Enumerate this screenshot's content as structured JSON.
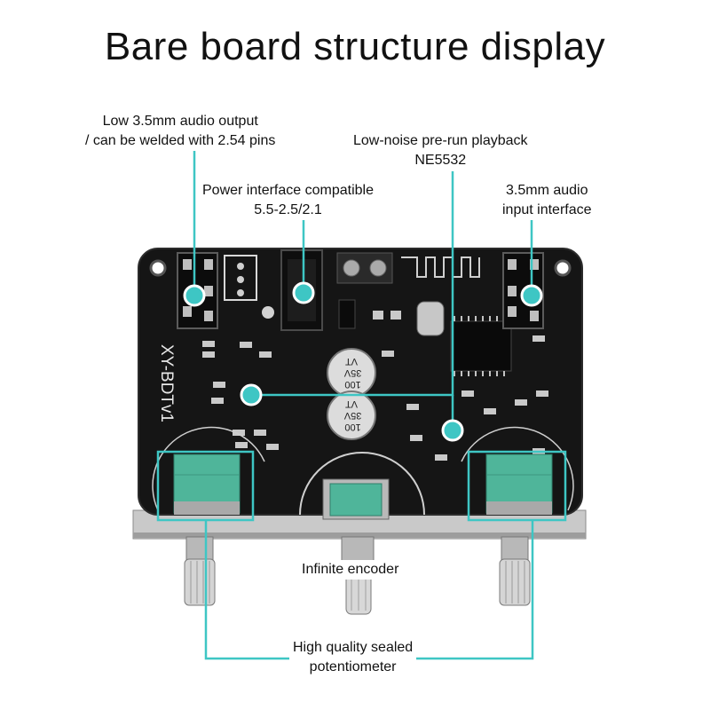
{
  "title": "Bare board structure display",
  "labels": {
    "audio_output": [
      "Low 3.5mm audio output",
      "/ can be welded with 2.54 pins"
    ],
    "power_interface": [
      "Power interface compatible",
      "5.5-2.5/2.1"
    ],
    "preamp": [
      "Low-noise pre-run playback",
      "NE5532"
    ],
    "audio_input": [
      "3.5mm audio",
      "input interface"
    ],
    "encoder": "Infinite encoder",
    "potentiometer": [
      "High quality sealed",
      "potentiometer"
    ]
  },
  "board": {
    "silkscreen": "XY-BDTv1",
    "capacitor_1": [
      "100",
      "35V",
      "VT"
    ],
    "capacitor_2": [
      "100",
      "35V",
      "VT"
    ]
  },
  "colors": {
    "accent": "#3ec6c4",
    "board": "#151515",
    "potentiometer": "#4fb59a"
  }
}
